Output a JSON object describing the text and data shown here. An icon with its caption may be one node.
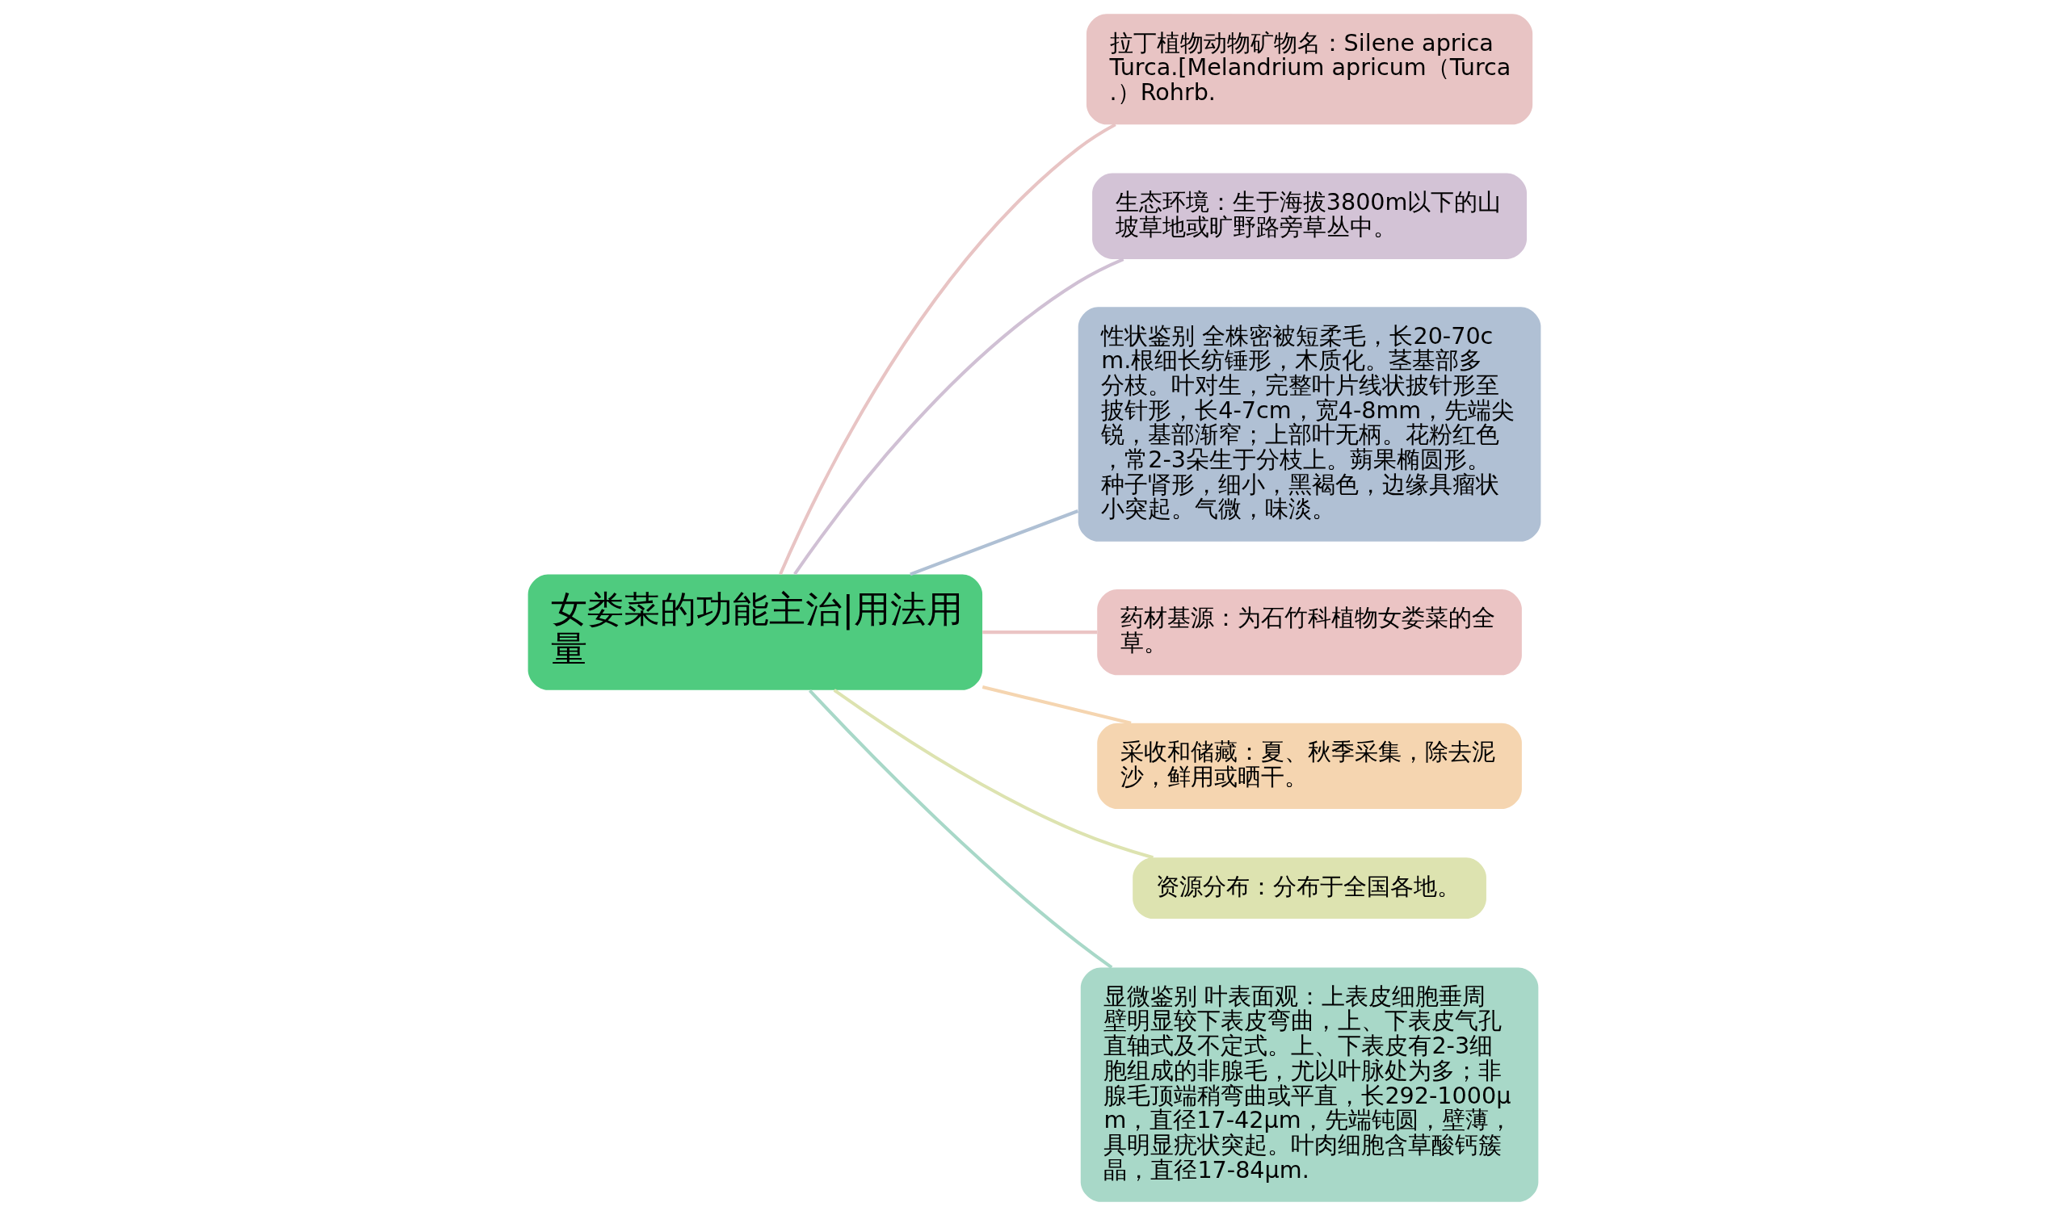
{
  "diagram": {
    "nodes": [
      {
        "text": [
          "女娄菜的功能主治|用法用量"
        ]
      },
      {
        "text": [
          "拉丁植物动物矿物名：Silene aprica Turca.[Melandrium apricum（Turca.）Rohrb."
        ]
      },
      {
        "text": [
          "生态环境：生于海拔3800m以下的山坡草地或旷野路旁草丛中。"
        ]
      },
      {
        "text": [
          "性状鉴别 全株密被短柔毛，长20-70cm.根细长纺锤形，木质化。茎基部多分枝。叶对生，完整叶片线状披针形至披针形，长4-7cm，宽4-8mm，先端尖锐，基部渐窄；上部叶无柄。花粉红色，常2-3朵生于分枝上。蒴果椭圆形。种子肾形，细小，黑褐色，边缘具瘤状小突起。气微，味淡。"
        ]
      },
      {
        "text": [
          "药材基源：为石竹科植物女娄菜的全草。"
        ]
      },
      {
        "text": [
          "采收和储藏：夏、秋季采集，除去泥沙，鲜用或晒干。"
        ]
      },
      {
        "text": [
          "资源分布：分布于全国各地。"
        ]
      },
      {
        "text": [
          "显微鉴别 叶表面观：上表皮细胞垂周壁明显较下表皮弯曲，上、下表皮气孔直轴式及不定式。上、下表皮有2-3细胞组成的非腺毛，尤以叶脉处为多；非腺毛顶端稍弯曲或平直，长292-1000μm，直径17-42μm，先端钝圆，壁薄，具明显疣状突起。叶肉细胞含草酸钙簇晶，直径17-84μm."
        ]
      }
    ],
    "edges": [
      {
        "from": 0,
        "to": 1,
        "arrow": "none",
        "color": "#e8c4c4"
      },
      {
        "from": 0,
        "to": 2,
        "arrow": "none",
        "color": "#d0c0d4"
      },
      {
        "from": 0,
        "to": 3,
        "arrow": "none",
        "color": "#afc0d4"
      },
      {
        "from": 0,
        "to": 4,
        "arrow": "none",
        "color": "#ebc4c4"
      },
      {
        "from": 0,
        "to": 5,
        "arrow": "none",
        "color": "#f5d5b0"
      },
      {
        "from": 0,
        "to": 6,
        "arrow": "none",
        "color": "#dde3b0"
      },
      {
        "from": 0,
        "to": 7,
        "arrow": "none",
        "color": "#a8d8c8"
      }
    ]
  }
}
